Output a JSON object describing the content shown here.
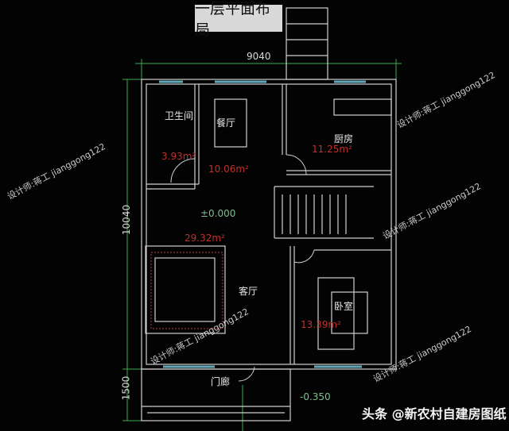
{
  "title": "一层平面布局",
  "dimensions": {
    "width": "9040",
    "depth": "10040",
    "porch": "1500"
  },
  "rooms": {
    "bathroom": {
      "name": "卫生间",
      "area": "3.93m²"
    },
    "dining": {
      "name": "餐厅",
      "area": "10.06m²"
    },
    "kitchen": {
      "name": "厨房",
      "area": "11.25m²"
    },
    "living": {
      "name": "客厅",
      "area": "29.32m²"
    },
    "bedroom": {
      "name": "卧室",
      "area": "13.39m²"
    },
    "porch": {
      "name": "门廊"
    }
  },
  "levels": {
    "floor": "±0.000",
    "outdoor": "-0.350"
  },
  "watermark": "设计师:蒋工 jianggong122",
  "credit": "头条 @新农村自建房图纸",
  "colors": {
    "wall": "#d0d0d0",
    "window": "#5fa8b8",
    "area_text": "#c0302c",
    "level_text": "#7fbf8f",
    "dimension": "#3fa84f"
  }
}
